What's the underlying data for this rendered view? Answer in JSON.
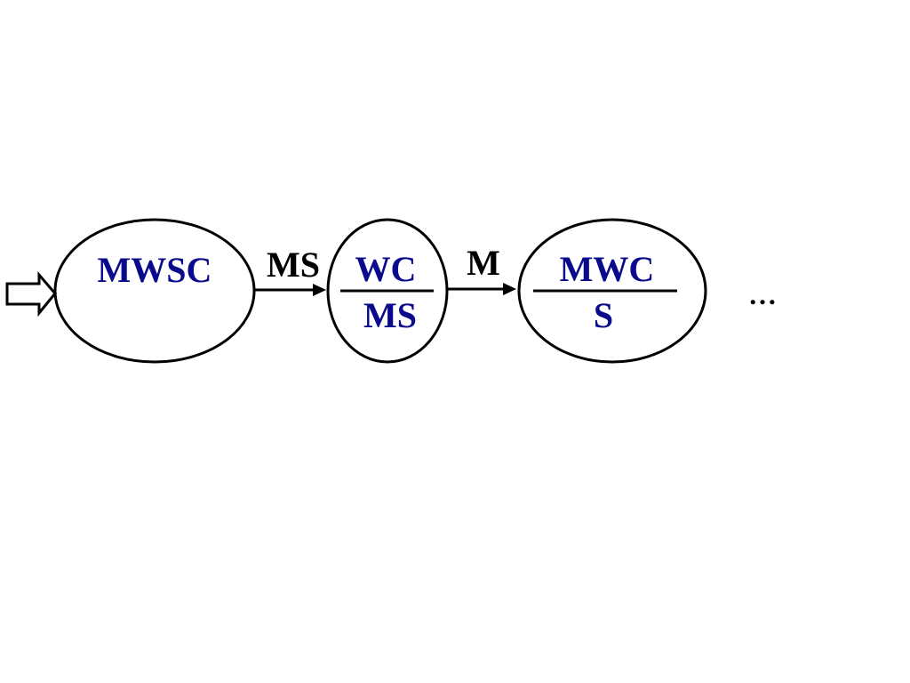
{
  "colors": {
    "state_text": "#0a0a8c",
    "edge_text": "#000000",
    "stroke": "#000000",
    "background": "#ffffff"
  },
  "states": [
    {
      "id": "s1",
      "top": "MWSC",
      "bottom": ""
    },
    {
      "id": "s2",
      "top": "WC",
      "bottom": "MS"
    },
    {
      "id": "s3",
      "top": "MWC",
      "bottom": "S"
    }
  ],
  "transitions": [
    {
      "from": "s1",
      "to": "s2",
      "label": "MS"
    },
    {
      "from": "s2",
      "to": "s3",
      "label": "M"
    }
  ],
  "start_marker": "hollow-arrow-icon",
  "continuation": "…"
}
